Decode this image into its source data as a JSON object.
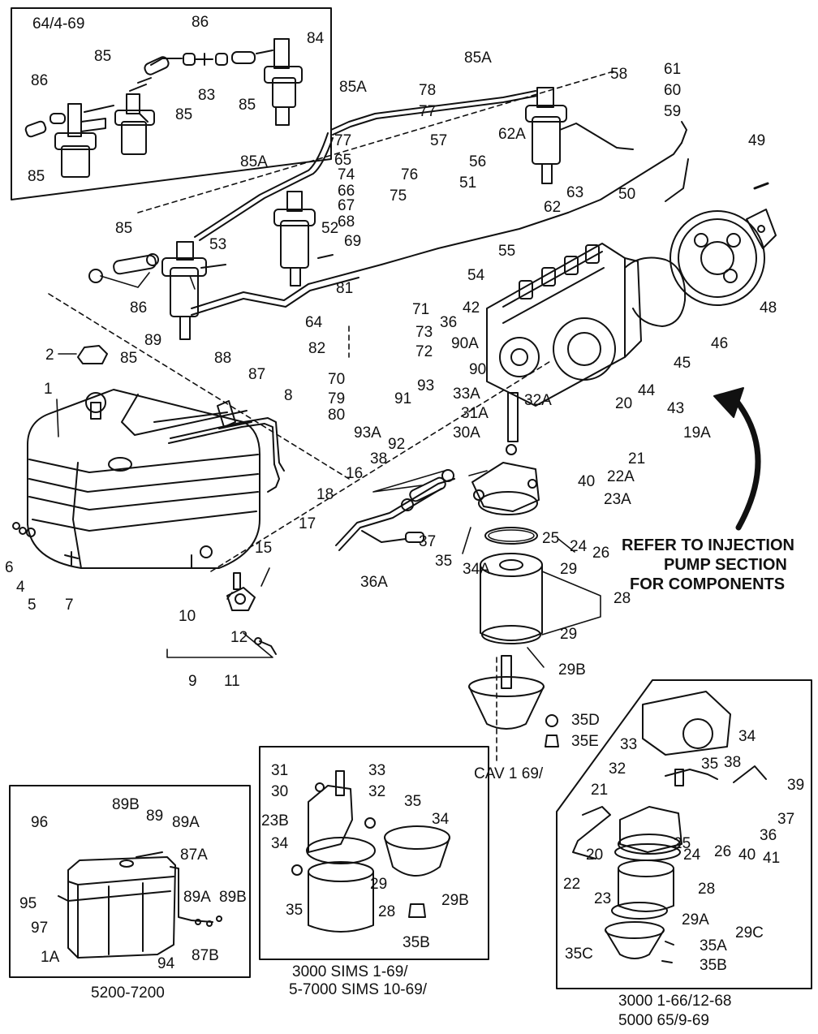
{
  "inset_top_left": {
    "title": "64/4-69"
  },
  "inset_bottom_left": {
    "caption": "5200-7200"
  },
  "inset_bottom_middle": {
    "caption_line1": "3000 SIMS 1-69/",
    "caption_line2": "5-7000 SIMS 10-69/"
  },
  "inset_bottom_right": {
    "caption_line1": "3000 1-66/12-68",
    "caption_line2": "5000 65/9-69"
  },
  "cav_caption": "CAV 1 69/",
  "note": {
    "line1": "REFER TO INJECTION",
    "line2": "PUMP SECTION",
    "line3": "FOR COMPONENTS"
  },
  "callouts": {
    "c86a": "86",
    "c84": "84",
    "c85a": "85",
    "c86b": "86",
    "c83": "83",
    "c85b": "85",
    "c85c": "85",
    "c85d": "85",
    "c85A1": "85A",
    "c78": "78",
    "c85A2": "85A",
    "c77a": "77",
    "c58": "58",
    "c61": "61",
    "c60": "60",
    "c59": "59",
    "c77b": "77",
    "c65": "65",
    "c57": "57",
    "c62A": "62A",
    "c56": "56",
    "c74": "74",
    "c76": "76",
    "c51": "51",
    "c63": "63",
    "c50": "50",
    "c49": "49",
    "c85A3": "85A",
    "c66": "66",
    "c67": "67",
    "c75": "75",
    "c62": "62",
    "c68": "68",
    "c52": "52",
    "c55": "55",
    "c85e": "85",
    "c53": "53",
    "c69": "69",
    "c54": "54",
    "c81": "81",
    "c86c": "86",
    "c42": "42",
    "c48": "48",
    "c71": "71",
    "c64": "64",
    "c36": "36",
    "c73": "73",
    "c82": "82",
    "c72": "72",
    "c90A": "90A",
    "c45": "45",
    "c46": "46",
    "c2": "2",
    "c85f": "85",
    "c89": "89",
    "c88": "88",
    "c87": "87",
    "c70": "70",
    "c90": "90",
    "c91": "91",
    "c93": "93",
    "c33A": "33A",
    "c32A": "32A",
    "c44": "44",
    "c43": "43",
    "c1": "1",
    "c79": "79",
    "c8": "8",
    "c80": "80",
    "c31A": "31A",
    "c20": "20",
    "c19A": "19A",
    "c93A": "93A",
    "c30A": "30A",
    "c92": "92",
    "c21": "21",
    "c16": "16",
    "c38": "38",
    "c22A": "22A",
    "c40": "40",
    "c18": "18",
    "c23A": "23A",
    "c17": "17",
    "c37": "37",
    "c25": "25",
    "c24": "24",
    "c26": "26",
    "c15": "15",
    "c35": "35",
    "c34A": "34A",
    "c29a": "29",
    "c36A": "36A",
    "c6": "6",
    "c4": "4",
    "c5": "5",
    "c7": "7",
    "c10": "10",
    "c28": "28",
    "c12": "12",
    "c29b": "29",
    "c9": "9",
    "c11": "11",
    "c29B": "29B",
    "c35D": "35D",
    "c35E": "35E",
    "b31": "31",
    "b33": "33",
    "b30": "30",
    "b32": "32",
    "b35a": "35",
    "b23B": "23B",
    "b34a": "34",
    "b34b": "34",
    "b35b": "35",
    "b29": "29",
    "b28": "28",
    "b29B": "29B",
    "b35B": "35B",
    "d96": "96",
    "d89B": "89B",
    "d89": "89",
    "d89A": "89A",
    "d87A": "87A",
    "d95": "95",
    "d89A2": "89A",
    "d89B2": "89B",
    "d97": "97",
    "d1A": "1A",
    "d94": "94",
    "d87B": "87B",
    "e34": "34",
    "e33": "33",
    "e35": "35",
    "e38": "38",
    "e32": "32",
    "e39": "39",
    "e21": "21",
    "e37": "37",
    "e36": "36",
    "e25": "25",
    "e24": "24",
    "e26": "26",
    "e40": "40",
    "e41": "41",
    "e20": "20",
    "e22": "22",
    "e23": "23",
    "e28": "28",
    "e29A": "29A",
    "e29C": "29C",
    "e35A": "35A",
    "e35C": "35C",
    "e35B": "35B"
  }
}
